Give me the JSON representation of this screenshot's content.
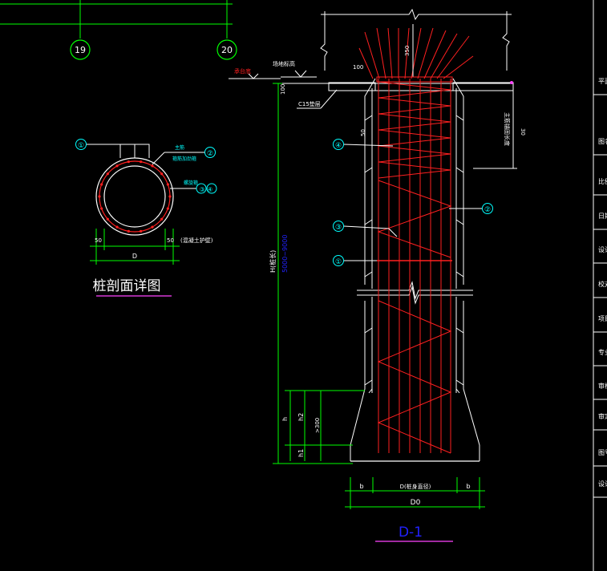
{
  "axis_bubbles": [
    "19",
    "20"
  ],
  "section_title": "桩剖面详图",
  "section_labels": {
    "callout_1": "①",
    "callout_2": "②",
    "callout_34": "③ ④",
    "note_top_a": "主筋",
    "note_top_b": "箍筋加劲箍",
    "note_right": "螺旋箍",
    "note_bottom": "(混凝土护壁)",
    "dim_50_left": "50",
    "dim_50_right": "50",
    "dim_d": "D"
  },
  "elevation_labels": {
    "callout_1": "①",
    "callout_2": "②",
    "callout_3": "③",
    "callout_4": "④",
    "top_dim_350": "350",
    "top_dim_100": "100",
    "dim_100_side": "100",
    "dim_50": "50",
    "cap_label": "承台底",
    "ground_label": "场地标高",
    "c15_label": "C15垫层",
    "anchor_label": "主筋锚固长度",
    "dim_30": "30",
    "pile_length_label": "H(桩长)",
    "pile_length_value": "5000~9000",
    "dim_h": "h",
    "dim_h2": "h2",
    "dim_h1": "h1",
    "dim_300": ">300",
    "dim_b_left": "b",
    "dim_b_right": "b",
    "dim_d_shaft": "D(桩身直径)",
    "dim_d0": "D0"
  },
  "detail_title": "D-1",
  "title_block": [
    "平面",
    "图名",
    "比例",
    "日期",
    "设计",
    "校对",
    "项目",
    "专业",
    "审核",
    "审定",
    "图号",
    "设计"
  ],
  "colors": {
    "background": "#000000",
    "line_white": "#ffffff",
    "rebar_red": "#ff2020",
    "callout_cyan": "#00ffff",
    "axis_green": "#00ff00",
    "dim_blue": "#2222ff",
    "underline_magenta": "#ff44ff"
  }
}
